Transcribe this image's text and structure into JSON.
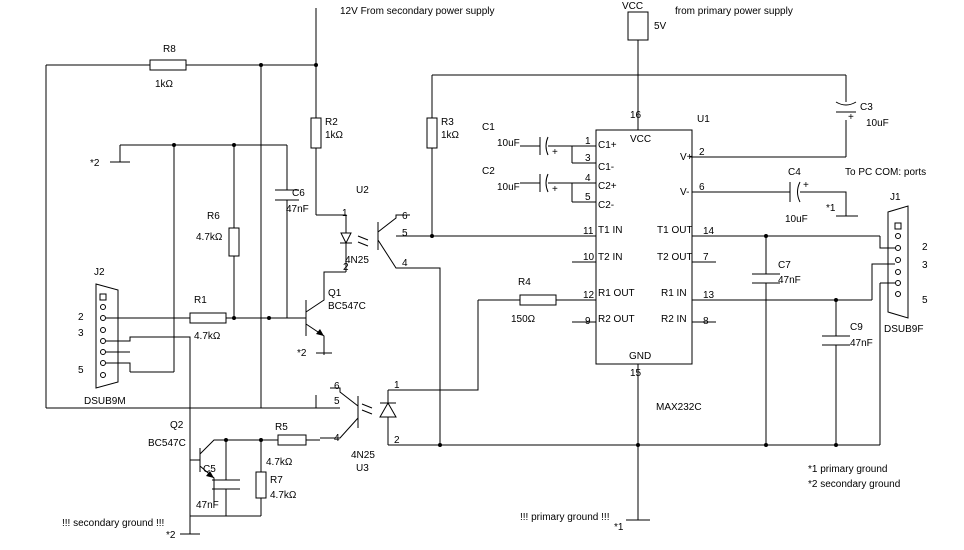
{
  "notes": {
    "supply_12v": "12V From secondary power supply",
    "supply_primary": "from primary power supply",
    "to_pc": "To PC COM: ports",
    "legend_1": "*1 primary ground",
    "legend_2": "*2 secondary ground"
  },
  "power": {
    "vcc_label": "VCC",
    "vcc_value": "5V"
  },
  "grounds": {
    "primary_ref": "*1",
    "secondary_ref": "*2",
    "primary_note": "!!! primary ground !!!",
    "secondary_note": "!!! secondary ground !!!"
  },
  "components": {
    "r1": {
      "ref": "R1",
      "value": "4.7kΩ"
    },
    "r2": {
      "ref": "R2",
      "value": "1kΩ"
    },
    "r3": {
      "ref": "R3",
      "value": "1kΩ"
    },
    "r4": {
      "ref": "R4",
      "value": "150Ω"
    },
    "r5": {
      "ref": "R5",
      "value": "4.7kΩ"
    },
    "r6": {
      "ref": "R6",
      "value": "4.7kΩ"
    },
    "r7": {
      "ref": "R7",
      "value": "4.7kΩ"
    },
    "r8": {
      "ref": "R8",
      "value": "1kΩ"
    },
    "c1": {
      "ref": "C1",
      "value": "10uF"
    },
    "c2": {
      "ref": "C2",
      "value": "10uF"
    },
    "c3": {
      "ref": "C3",
      "value": "10uF"
    },
    "c4": {
      "ref": "C4",
      "value": "10uF"
    },
    "c5": {
      "ref": "C5",
      "value": "47nF"
    },
    "c6": {
      "ref": "C6",
      "value": "47nF"
    },
    "c7": {
      "ref": "C7",
      "value": "47nF"
    },
    "c9": {
      "ref": "C9",
      "value": "47nF"
    },
    "q1": {
      "ref": "Q1",
      "value": "BC547C"
    },
    "q2": {
      "ref": "Q2",
      "value": "BC547C"
    },
    "u2": {
      "ref": "U2",
      "value": "4N25"
    },
    "u3": {
      "ref": "U3",
      "value": "4N25"
    },
    "u1": {
      "ref": "U1",
      "value": "MAX232C",
      "pins": {
        "vcc": "VCC",
        "c1p": "C1+",
        "c1m": "C1-",
        "c2p": "C2+",
        "c2m": "C2-",
        "vp": "V+",
        "vm": "V-",
        "t1in": "T1 IN",
        "t2in": "T2 IN",
        "r1out": "R1 OUT",
        "r2out": "R2 OUT",
        "t1out": "T1 OUT",
        "t2out": "T2 OUT",
        "r1in": "R1 IN",
        "r2in": "R2 IN",
        "gnd": "GND"
      }
    },
    "j1": {
      "ref": "J1",
      "type": "DSUB9F",
      "pins": [
        "2",
        "3",
        "5"
      ]
    },
    "j2": {
      "ref": "J2",
      "type": "DSUB9M",
      "pins": [
        "2",
        "3",
        "5"
      ]
    }
  }
}
